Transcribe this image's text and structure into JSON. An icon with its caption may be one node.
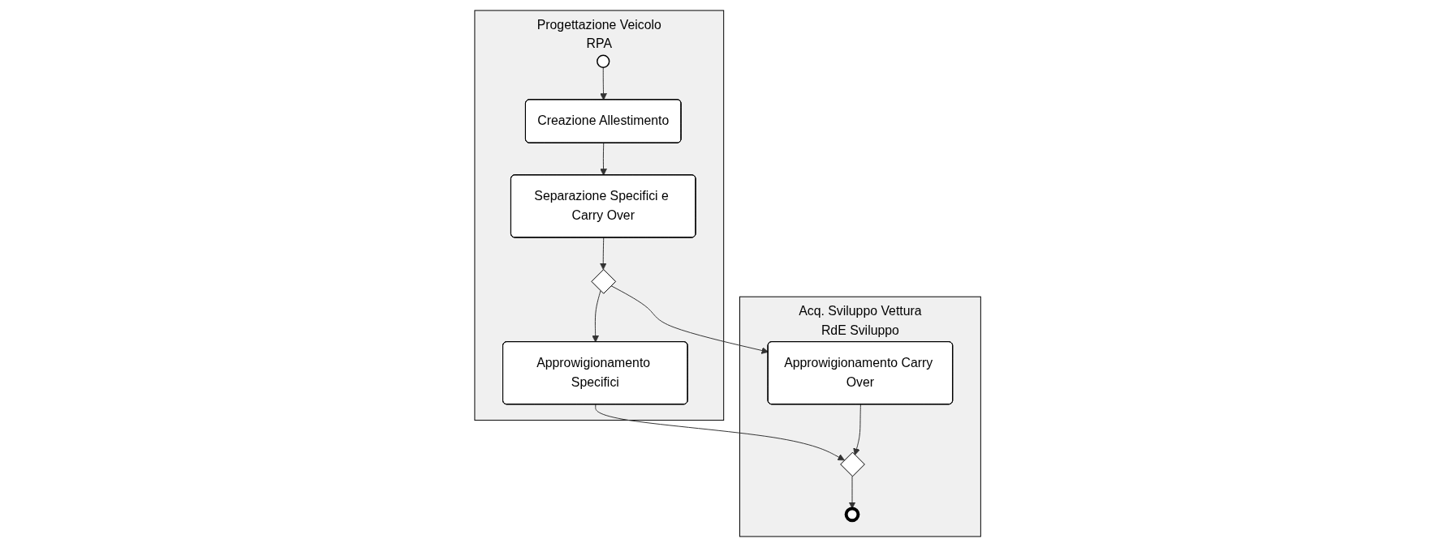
{
  "diagram": {
    "nodes": [
      {
        "text": [
          "Progettazione Veicolo",
          "RPA"
        ]
      },
      {
        "text": [],
        "shape": "circle",
        "in": 0
      },
      {
        "text": [
          "Creazione Allestimento"
        ],
        "in": 0
      },
      {
        "text": [
          "Separazione Specifici e Carry Over"
        ],
        "in": 0
      },
      {
        "text": [],
        "shape": "diamond",
        "in": 0
      },
      {
        "text": [
          "Approwigionamento Specifici"
        ],
        "in": 0
      },
      {
        "text": [
          "Acq. Sviluppo Vettura",
          "RdE Sviluppo"
        ]
      },
      {
        "text": [
          "Approwigionamento Carry Over"
        ],
        "in": 6
      },
      {
        "text": [],
        "shape": "diamond",
        "in": 6
      },
      {
        "text": [],
        "shape": "circle",
        "in": 6
      }
    ],
    "edges": [
      {
        "from": 1,
        "to": 2,
        "arrow": "to"
      },
      {
        "from": 2,
        "to": 3,
        "arrow": "to"
      },
      {
        "from": 3,
        "to": 4,
        "arrow": "to"
      },
      {
        "from": 4,
        "to": 5,
        "arrow": "to"
      },
      {
        "from": 4,
        "to": 7,
        "arrow": "to"
      },
      {
        "from": 5,
        "to": 8,
        "arrow": "to"
      },
      {
        "from": 7,
        "to": 8,
        "arrow": "to"
      },
      {
        "from": 8,
        "to": 9,
        "arrow": "to"
      }
    ]
  }
}
